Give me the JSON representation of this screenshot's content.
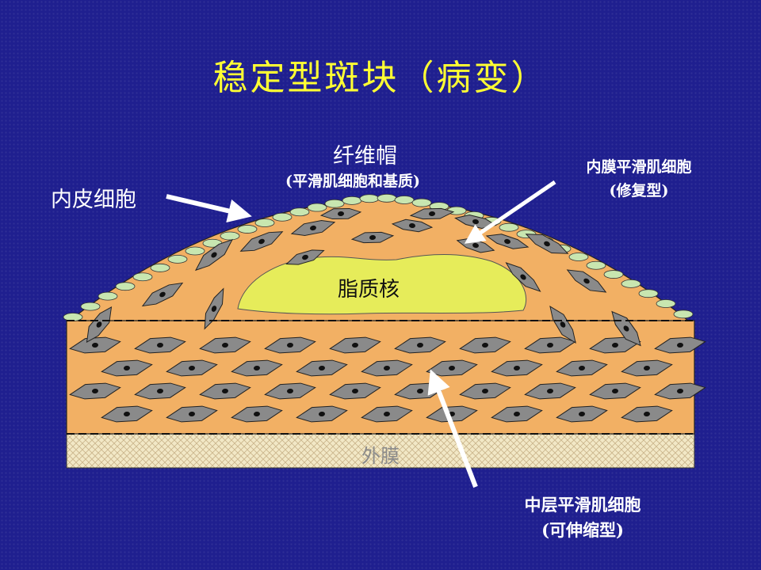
{
  "title": "稳定型斑块（病变）",
  "labels": {
    "endothelium": "内皮细胞",
    "fibrous_cap": "纤维帽",
    "fibrous_cap_sub": "(平滑肌细胞和基质)",
    "intima_smc": "内膜平滑肌细胞",
    "intima_smc_sub": "(修复型)",
    "lipid_core": "脂质核",
    "adventitia": "外膜",
    "media_smc": "中层平滑肌细胞",
    "media_smc_sub": "(可伸缩型)"
  },
  "colors": {
    "background": "#1f1f8f",
    "title": "#ffff33",
    "tissue": "#f2b064",
    "lipid": "#e6ec5a",
    "cell": "#8a8a8a",
    "nucleus": "#111111",
    "endothelium": "#c8e6b0",
    "adventitia": "#f2e8c6",
    "arrow": "#ffffff"
  }
}
